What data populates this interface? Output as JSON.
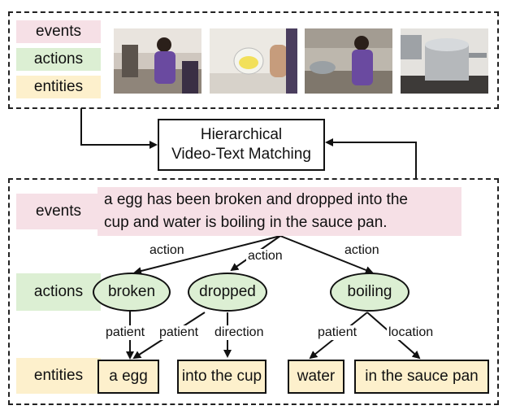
{
  "legend": {
    "events": "events",
    "actions": "actions",
    "entities": "entities"
  },
  "frames": [
    {
      "name": "video-frame-1",
      "desc_icon": "kitchen-scene-icon"
    },
    {
      "name": "video-frame-2",
      "desc_icon": "egg-cup-icon"
    },
    {
      "name": "video-frame-3",
      "desc_icon": "kitchen-scene-icon"
    },
    {
      "name": "video-frame-4",
      "desc_icon": "sauce-pan-icon"
    }
  ],
  "center": {
    "line1": "Hierarchical",
    "line2": "Video-Text Matching"
  },
  "text_side": {
    "events_label": "events",
    "actions_label": "actions",
    "entities_label": "entities",
    "caption_line1": "a egg has been broken and dropped into the",
    "caption_line2": "cup and water is boiling in the sauce pan.",
    "actions": {
      "broken": "broken",
      "dropped": "dropped",
      "boiling": "boiling"
    },
    "entities": {
      "egg": "a egg",
      "cup": "into the cup",
      "water": "water",
      "pan": "in the sauce pan"
    },
    "edges": {
      "action1": "action",
      "action2": "action",
      "action3": "action",
      "patient1": "patient",
      "patient2": "patient",
      "direction": "direction",
      "patient3": "patient",
      "location": "location"
    }
  },
  "colors": {
    "events": "#f6e0e6",
    "actions": "#dcefd3",
    "entities": "#fdf0cc"
  }
}
